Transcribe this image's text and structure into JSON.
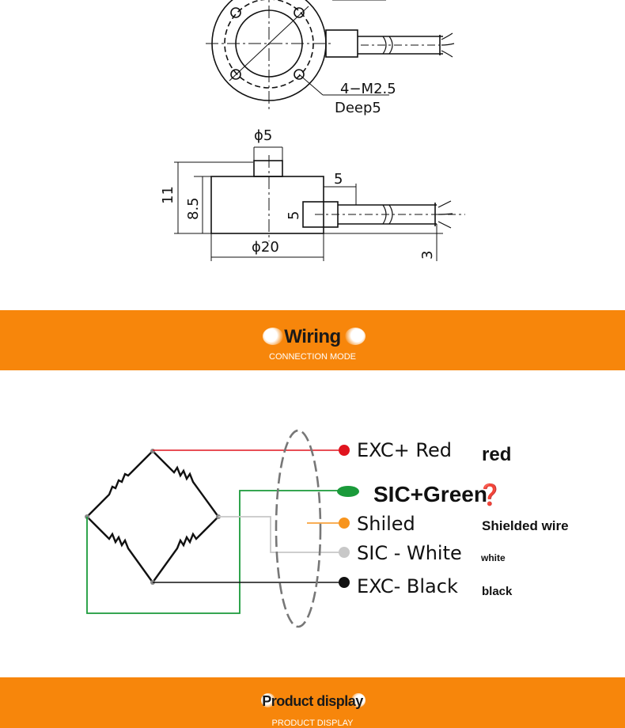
{
  "drawing": {
    "thread_note": "4−M2.5",
    "depth_note": "Deep5",
    "dim_top_diameter": "ϕ5",
    "dim_height_total": "11",
    "dim_height_body": "8.5",
    "dim_cable_offset": "5",
    "dim_cable_height": "5",
    "dim_body_diameter": "ϕ20",
    "dim_cable_gap": "3"
  },
  "wiring_banner": {
    "title": "Wiring",
    "subtitle": "CONNECTION MODE"
  },
  "wiring": {
    "wires": [
      {
        "label": "EXC+ Red",
        "translation": "red",
        "color": "#e0141e"
      },
      {
        "label": "SIC+Green",
        "translation": "❓",
        "color": "#1a9a3a"
      },
      {
        "label": "Shiled",
        "translation": "Shielded wire",
        "color": "#f7941d"
      },
      {
        "label": "SIC -  White",
        "translation": "white",
        "color": "#c8c8c8"
      },
      {
        "label": "EXC- Black",
        "translation": "black",
        "color": "#111111"
      }
    ]
  },
  "product_banner": {
    "title": "Product display",
    "subtitle": "PRODUCT DISPLAY"
  }
}
